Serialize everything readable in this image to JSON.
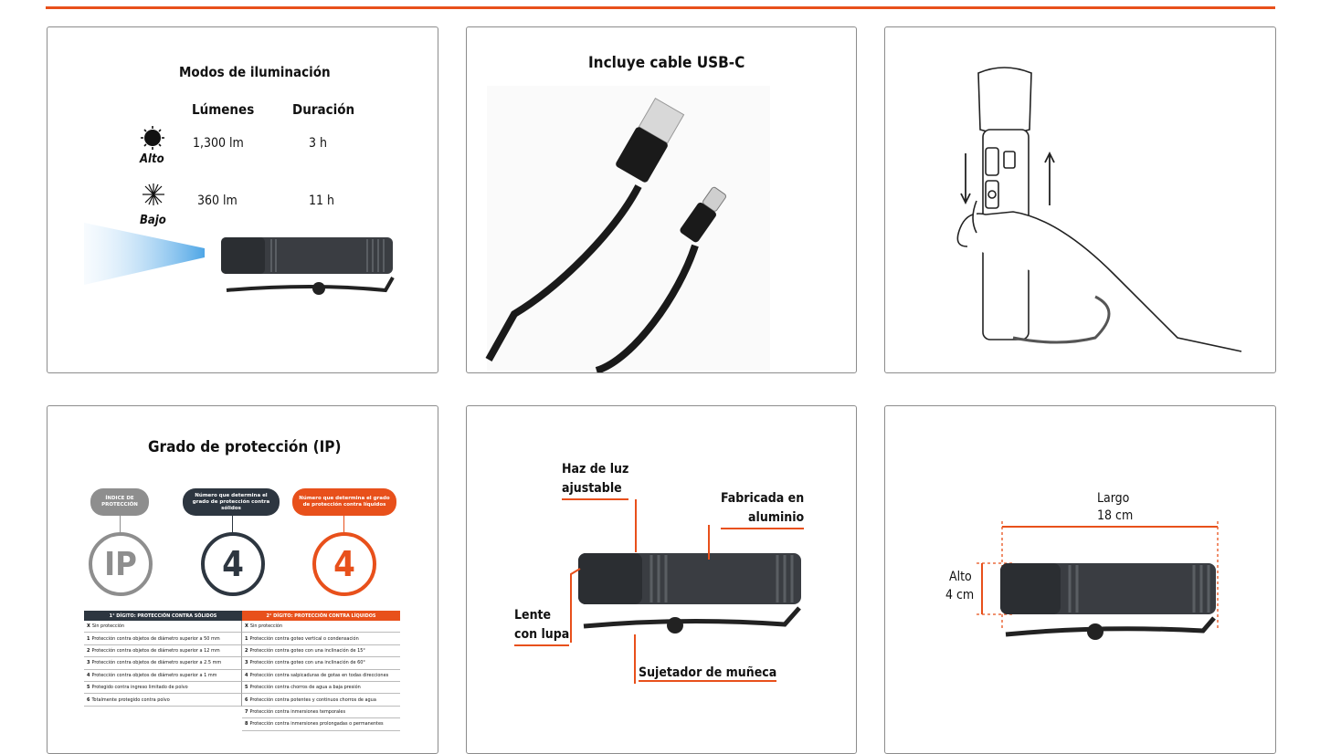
{
  "colors": {
    "accent": "#e8501b",
    "dark": "#2d3640",
    "gray": "#8e8e8e"
  },
  "modes": {
    "title": "Modos de iluminación",
    "col_lumens": "Lúmenes",
    "col_duration": "Duración",
    "rows": [
      {
        "icon": "sun-icon",
        "label": "Alto",
        "lumens": "1,300 lm",
        "duration": "3 h"
      },
      {
        "icon": "star-burst-icon",
        "label": "Bajo",
        "lumens": "360 lm",
        "duration": "11 h"
      }
    ]
  },
  "cable": {
    "title": "Incluye cable USB-C"
  },
  "ip": {
    "title": "Grado de protección (IP)",
    "pill_index": "ÍNDICE DE PROTECCIÓN",
    "pill_solids": "Número que determina el grado de protección contra sólidos",
    "pill_liquids": "Número que determina el grado de protección contra líquidos",
    "letters": "IP",
    "digit_solids": "4",
    "digit_liquids": "4",
    "head_solids": "1° DÍGITO: PROTECCIÓN CONTRA SÓLIDOS",
    "head_liquids": "2° DÍGITO: PROTECCIÓN CONTRA LÍQUIDOS",
    "solids": [
      {
        "n": "X",
        "t": "Sin protección"
      },
      {
        "n": "1",
        "t": "Protección contra objetos de diámetro superior a 50 mm"
      },
      {
        "n": "2",
        "t": "Protección contra objetos de diámetro superior a 12 mm"
      },
      {
        "n": "3",
        "t": "Protección contra objetos de diámetro superior a 2.5 mm"
      },
      {
        "n": "4",
        "t": "Protección contra objetos de diámetro superior a 1 mm"
      },
      {
        "n": "5",
        "t": "Protegido contra ingreso limitado de polvo"
      },
      {
        "n": "6",
        "t": "Totalmente protegido contra polvo"
      }
    ],
    "liquids": [
      {
        "n": "X",
        "t": "Sin protección"
      },
      {
        "n": "1",
        "t": "Protección contra goteo vertical o condensación"
      },
      {
        "n": "2",
        "t": "Protección contra goteo con una inclinación de 15°"
      },
      {
        "n": "3",
        "t": "Protección contra goteo con una inclinación de 60°"
      },
      {
        "n": "4",
        "t": "Protección contra salpicaduras de gotas en todas direcciones"
      },
      {
        "n": "5",
        "t": "Protección contra chorros de agua a baja presión"
      },
      {
        "n": "6",
        "t": "Protección contra potentes y continuos chorros de agua"
      },
      {
        "n": "7",
        "t": "Protección contra inmersiones temporales"
      },
      {
        "n": "8",
        "t": "Protección contra inmersiones prolongadas o permanentes"
      }
    ]
  },
  "features": {
    "beam": "Haz de luz\najustable",
    "aluminum": "Fabricada en\naluminio",
    "lens": "Lente\ncon lupa",
    "strap": "Sujetador de muñeca"
  },
  "dimensions": {
    "length_label": "Largo",
    "length_value": "18 cm",
    "height_label": "Alto",
    "height_value": "4 cm"
  }
}
